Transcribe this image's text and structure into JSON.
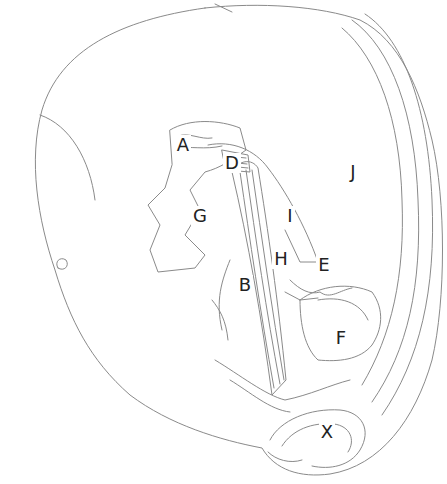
{
  "diagram": {
    "labels": [
      "A",
      "D",
      "J",
      "G",
      "I",
      "H",
      "E",
      "B",
      "F",
      "X"
    ]
  }
}
